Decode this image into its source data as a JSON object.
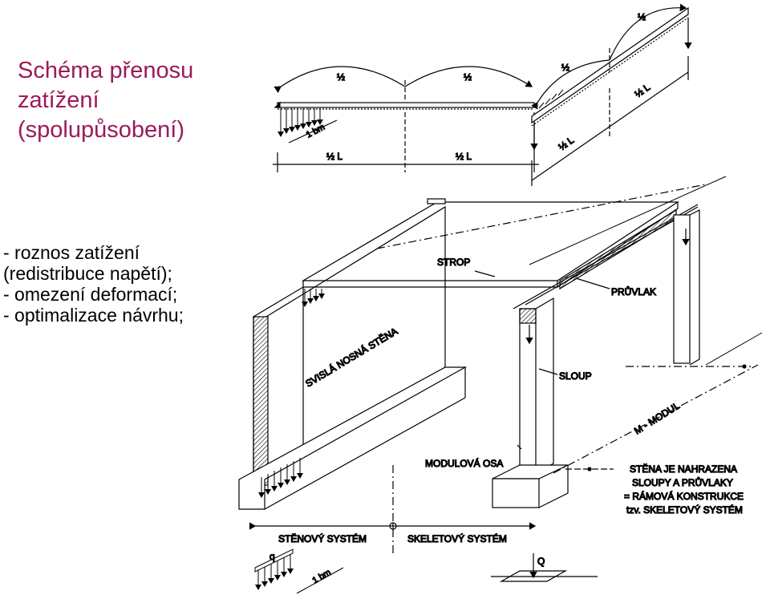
{
  "title": {
    "line1": "Schéma přenosu",
    "line2": "zatížení",
    "line3": "(spolupůsobení)"
  },
  "bullets": [
    "- roznos zatížení",
    "(redistribuce napětí);",
    "- omezení deformací;",
    "- optimalizace návrhu;"
  ],
  "diagram": {
    "half": "½",
    "half_L": "½ L",
    "one_bm": "1 bm",
    "strop": "STROP",
    "pruvlak": "PRŮVLAK",
    "svisla_nosna_stena": "SVISLÁ NOSNÁ STĚNA",
    "sloup": "SLOUP",
    "m_modul": "M - MODUL",
    "modulova_osa": "MODULOVÁ OSA",
    "note": [
      "STĚNA JE NAHRAZENA",
      "SLOUPY A PRŮVLAKY",
      "= RÁMOVÁ KONSTRUKCE",
      "tzv. SKELETOVÝ SYSTÉM"
    ],
    "stenovy_system": "STĚNOVÝ SYSTÉM",
    "skeletovy_system": "SKELETOVÝ SYSTÉM",
    "q_line": "q",
    "q_point": "Q"
  }
}
